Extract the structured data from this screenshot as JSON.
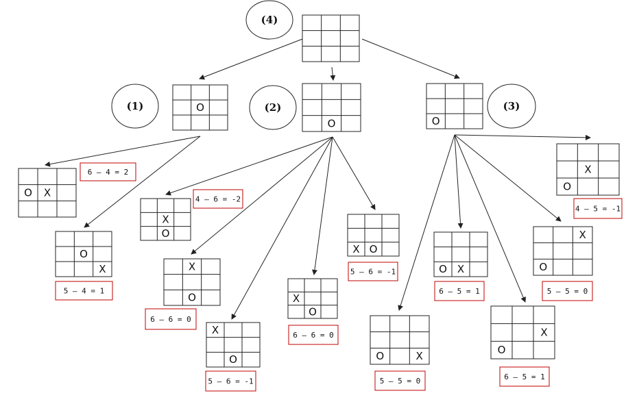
{
  "colors": {
    "line": "#222222",
    "label_border": "#c00000",
    "background": "#ffffff"
  },
  "circles": [
    {
      "id": "c4",
      "text": "(4)"
    },
    {
      "id": "c1",
      "text": "(1)"
    },
    {
      "id": "c2",
      "text": "(2)"
    },
    {
      "id": "c3",
      "text": "(3)"
    }
  ],
  "boards": [
    {
      "id": "root",
      "cells": [
        "",
        "",
        "",
        "",
        "",
        "",
        "",
        "",
        ""
      ]
    },
    {
      "id": "b1",
      "cells": [
        "",
        "",
        "",
        "",
        "O",
        "",
        "",
        "",
        ""
      ]
    },
    {
      "id": "b2",
      "cells": [
        "",
        "",
        "",
        "",
        "",
        "",
        "",
        "O",
        ""
      ]
    },
    {
      "id": "b3",
      "cells": [
        "",
        "",
        "",
        "",
        "",
        "",
        "O",
        "",
        ""
      ]
    },
    {
      "id": "b1a",
      "cells": [
        "",
        "",
        "",
        "O",
        "X",
        "",
        "",
        "",
        ""
      ]
    },
    {
      "id": "b1b",
      "cells": [
        "",
        "",
        "",
        "",
        "O",
        "",
        "",
        "",
        "X"
      ]
    },
    {
      "id": "b2a",
      "cells": [
        "",
        "",
        "",
        "",
        "X",
        "",
        "",
        "O",
        ""
      ]
    },
    {
      "id": "b2b",
      "cells": [
        "",
        "X",
        "",
        "",
        "",
        "",
        "",
        "O",
        ""
      ]
    },
    {
      "id": "b2c",
      "cells": [
        "X",
        "",
        "",
        "",
        "",
        "",
        "",
        "O",
        ""
      ]
    },
    {
      "id": "b2d",
      "cells": [
        "",
        "",
        "",
        "X",
        "",
        "",
        "",
        "O",
        ""
      ]
    },
    {
      "id": "b2e",
      "cells": [
        "",
        "",
        "",
        "",
        "",
        "",
        "X",
        "O",
        ""
      ]
    },
    {
      "id": "b3a",
      "cells": [
        "",
        "",
        "",
        "",
        "",
        "",
        "O",
        "",
        "X"
      ]
    },
    {
      "id": "b3b",
      "cells": [
        "",
        "",
        "",
        "",
        "",
        "",
        "O",
        "X",
        ""
      ]
    },
    {
      "id": "b3c",
      "cells": [
        "",
        "",
        "",
        "",
        "",
        "X",
        "O",
        "",
        ""
      ]
    },
    {
      "id": "b3d",
      "cells": [
        "",
        "",
        "X",
        "",
        "",
        "",
        "O",
        "",
        ""
      ]
    },
    {
      "id": "b3e",
      "cells": [
        "",
        "",
        "",
        "",
        "X",
        "",
        "O",
        "",
        ""
      ]
    }
  ],
  "labels": [
    {
      "id": "l1a",
      "text": "6 – 4 = 2"
    },
    {
      "id": "l1b",
      "text": "5 – 4 = 1"
    },
    {
      "id": "l2a",
      "text": "4 – 6 = -2"
    },
    {
      "id": "l2b",
      "text": "6 – 6 = 0"
    },
    {
      "id": "l2c",
      "text": "5 – 6 = -1"
    },
    {
      "id": "l2d",
      "text": "6 – 6 = 0"
    },
    {
      "id": "l2e",
      "text": "5 – 6 = -1"
    },
    {
      "id": "l3a",
      "text": "5 – 5 = 0"
    },
    {
      "id": "l3b",
      "text": "6 – 5 = 1"
    },
    {
      "id": "l3c",
      "text": "6 – 5 = 1"
    },
    {
      "id": "l3d",
      "text": "5 – 5 = 0"
    },
    {
      "id": "l3e",
      "text": "4 – 5 = -1"
    }
  ]
}
